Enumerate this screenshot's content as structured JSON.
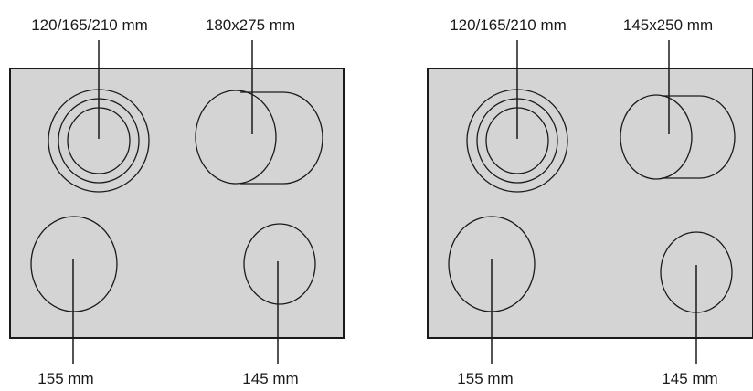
{
  "colors": {
    "panel_fill": "#d4d4d4",
    "line": "#1a1a1a",
    "background": "#ffffff"
  },
  "cooktops": [
    {
      "top_left_label": "120/165/210 mm",
      "top_right_label": "180x275 mm",
      "bottom_left_label": "155 mm",
      "bottom_right_label": "145 mm"
    },
    {
      "top_left_label": "120/165/210 mm",
      "top_right_label": "145x250 mm",
      "bottom_left_label": "155 mm",
      "bottom_right_label": "145 mm"
    }
  ]
}
